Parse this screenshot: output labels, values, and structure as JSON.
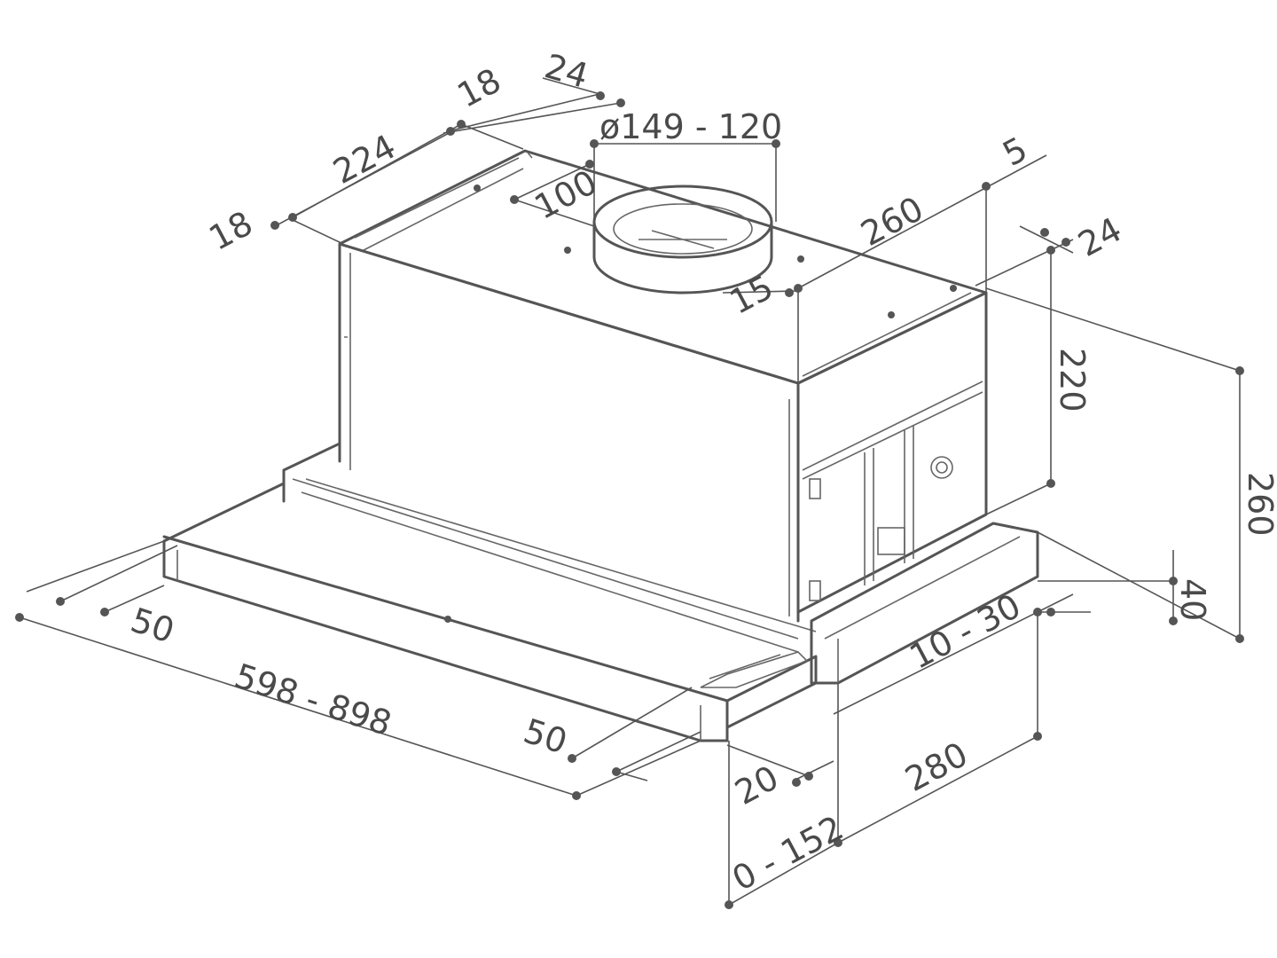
{
  "diagram": {
    "dimensions": {
      "d_24_top": "24",
      "d_18_top": "18",
      "d_duct": "ø149 - 120",
      "d_224": "224",
      "d_18_left": "18",
      "d_100": "100",
      "d_5": "5",
      "d_260_top": "260",
      "d_24_right": "24",
      "d_15": "15",
      "d_220": "220",
      "d_260_right": "260",
      "d_40": "40",
      "d_10_30": "10 - 30",
      "d_50_left": "50",
      "d_598_898": "598 - 898",
      "d_50_bottom": "50",
      "d_20": "20",
      "d_280": "280",
      "d_0_152": "0 - 152"
    }
  }
}
